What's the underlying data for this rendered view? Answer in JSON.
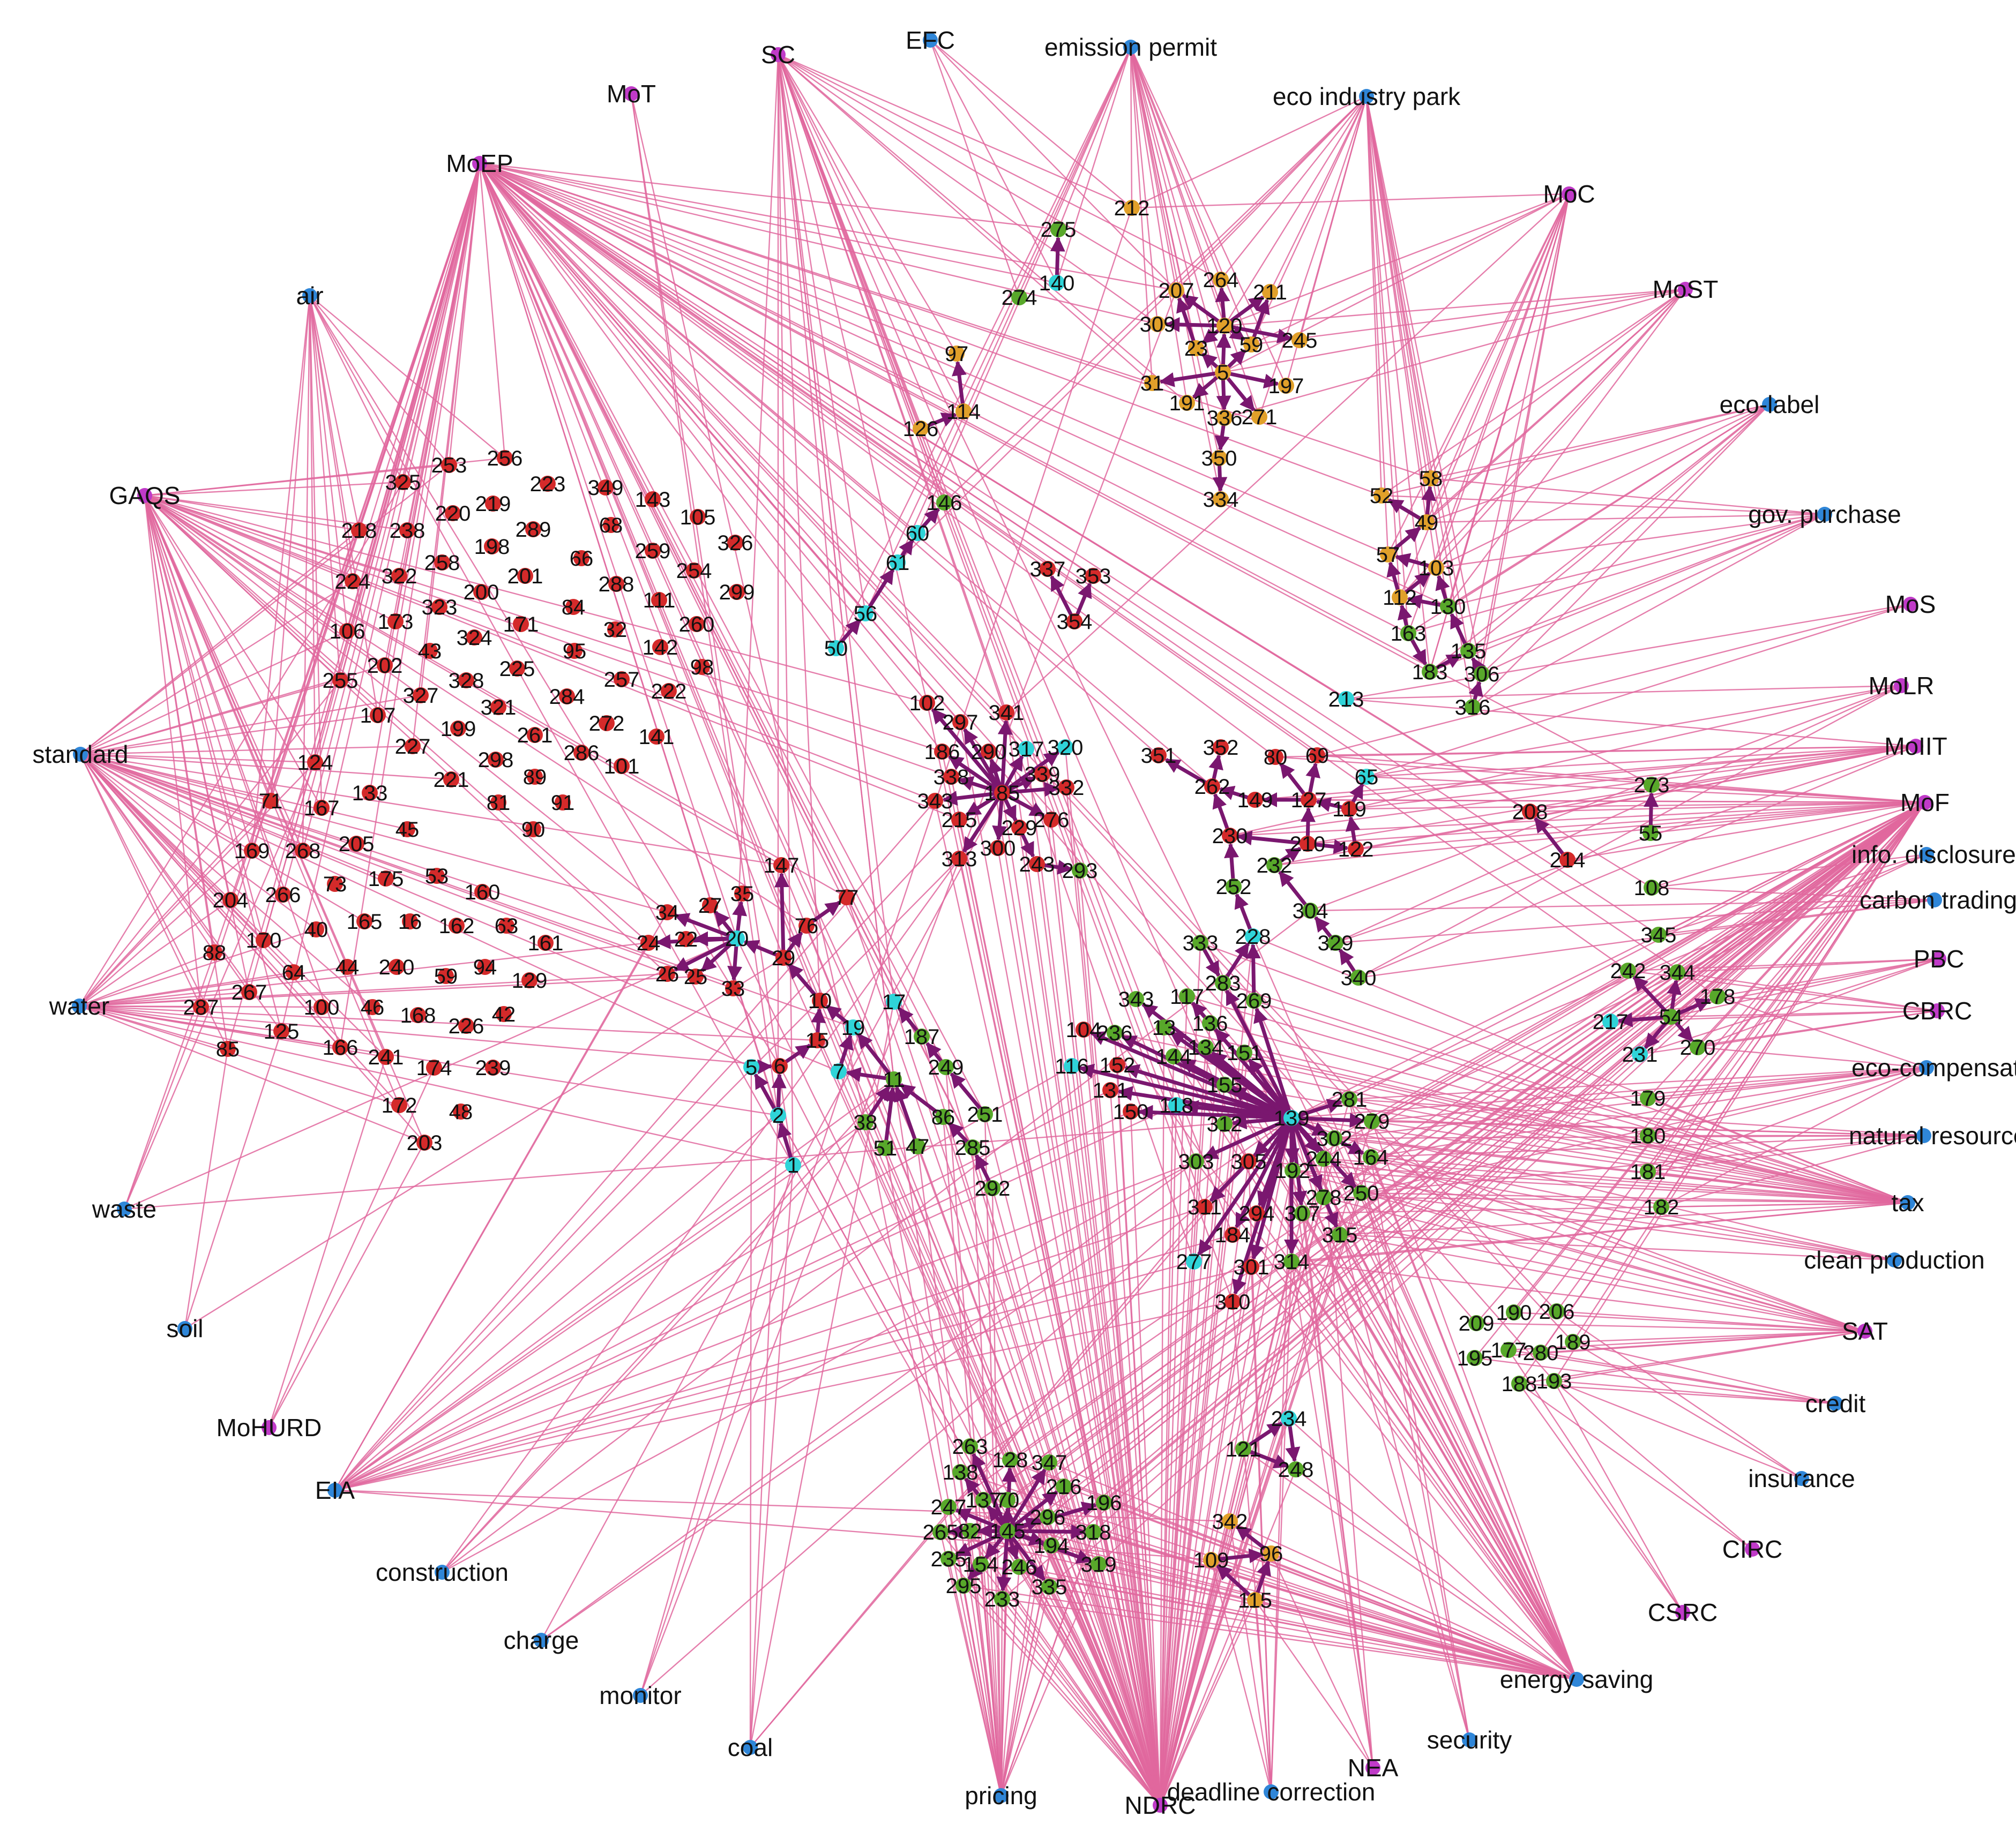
{
  "colors": {
    "background": "#ffffff",
    "agency_node": "#c03ac8",
    "topic_node": "#2f86d8",
    "policy_red": "#d42a2a",
    "policy_orange": "#e1a02a",
    "policy_green": "#58a82a",
    "policy_cyan": "#2fd4d8",
    "link_pink": "#e0679e",
    "link_purple": "#7a176f"
  },
  "named_nodes": [
    {
      "id": "SC",
      "type": "agency"
    },
    {
      "id": "EFC",
      "type": "topic"
    },
    {
      "id": "emission permit",
      "type": "topic"
    },
    {
      "id": "MoT",
      "type": "agency"
    },
    {
      "id": "eco industry park",
      "type": "topic"
    },
    {
      "id": "MoEP",
      "type": "agency"
    },
    {
      "id": "MoC",
      "type": "agency"
    },
    {
      "id": "MoST",
      "type": "agency"
    },
    {
      "id": "air",
      "type": "topic"
    },
    {
      "id": "eco-label",
      "type": "topic"
    },
    {
      "id": "GAQS",
      "type": "agency"
    },
    {
      "id": "gov. purchase",
      "type": "topic"
    },
    {
      "id": "MoS",
      "type": "agency"
    },
    {
      "id": "MoLR",
      "type": "agency"
    },
    {
      "id": "standard",
      "type": "topic"
    },
    {
      "id": "MoIIT",
      "type": "agency"
    },
    {
      "id": "MoF",
      "type": "agency"
    },
    {
      "id": "info. disclosure",
      "type": "topic"
    },
    {
      "id": "carbon trading",
      "type": "topic"
    },
    {
      "id": "PBC",
      "type": "agency"
    },
    {
      "id": "water",
      "type": "topic"
    },
    {
      "id": "CBRC",
      "type": "agency"
    },
    {
      "id": "eco-compensation",
      "type": "topic"
    },
    {
      "id": "natural resource",
      "type": "topic"
    },
    {
      "id": "waste",
      "type": "topic"
    },
    {
      "id": "tax",
      "type": "topic"
    },
    {
      "id": "clean production",
      "type": "topic"
    },
    {
      "id": "soil",
      "type": "topic"
    },
    {
      "id": "SAT",
      "type": "agency"
    },
    {
      "id": "credit",
      "type": "topic"
    },
    {
      "id": "MoHURD",
      "type": "agency"
    },
    {
      "id": "EIA",
      "type": "topic"
    },
    {
      "id": "insurance",
      "type": "topic"
    },
    {
      "id": "CIRC",
      "type": "agency"
    },
    {
      "id": "construction",
      "type": "topic"
    },
    {
      "id": "CSRC",
      "type": "agency"
    },
    {
      "id": "charge",
      "type": "topic"
    },
    {
      "id": "energy saving",
      "type": "topic"
    },
    {
      "id": "monitor",
      "type": "topic"
    },
    {
      "id": "security",
      "type": "topic"
    },
    {
      "id": "coal",
      "type": "topic"
    },
    {
      "id": "NEA",
      "type": "agency"
    },
    {
      "id": "deadline correction",
      "type": "topic"
    },
    {
      "id": "pricing",
      "type": "topic"
    },
    {
      "id": "NDRC",
      "type": "agency"
    }
  ],
  "policy_nodes": [
    {
      "id": "275",
      "c": "g"
    },
    {
      "id": "212",
      "c": "o"
    },
    {
      "id": "140",
      "c": "c"
    },
    {
      "id": "274",
      "c": "g"
    },
    {
      "id": "207",
      "c": "o"
    },
    {
      "id": "264",
      "c": "o"
    },
    {
      "id": "211",
      "c": "o"
    },
    {
      "id": "309",
      "c": "o"
    },
    {
      "id": "120",
      "c": "o"
    },
    {
      "id": "23",
      "c": "o"
    },
    {
      "id": "59",
      "c": "o"
    },
    {
      "id": "245",
      "c": "o"
    },
    {
      "id": "31",
      "c": "o"
    },
    {
      "id": "5",
      "c": "o"
    },
    {
      "id": "197",
      "c": "o"
    },
    {
      "id": "191",
      "c": "o"
    },
    {
      "id": "336",
      "c": "o"
    },
    {
      "id": "271",
      "c": "o"
    },
    {
      "id": "350",
      "c": "o"
    },
    {
      "id": "334",
      "c": "o"
    },
    {
      "id": "97",
      "c": "o"
    },
    {
      "id": "114",
      "c": "o"
    },
    {
      "id": "126",
      "c": "o"
    },
    {
      "id": "58",
      "c": "o"
    },
    {
      "id": "52",
      "c": "o"
    },
    {
      "id": "49",
      "c": "o"
    },
    {
      "id": "57",
      "c": "o"
    },
    {
      "id": "103",
      "c": "o"
    },
    {
      "id": "112",
      "c": "o"
    },
    {
      "id": "130",
      "c": "g"
    },
    {
      "id": "163",
      "c": "g"
    },
    {
      "id": "135",
      "c": "g"
    },
    {
      "id": "183",
      "c": "g"
    },
    {
      "id": "306",
      "c": "g"
    },
    {
      "id": "316",
      "c": "g"
    },
    {
      "id": "146",
      "c": "g"
    },
    {
      "id": "60",
      "c": "c"
    },
    {
      "id": "61",
      "c": "c"
    },
    {
      "id": "56",
      "c": "c"
    },
    {
      "id": "50",
      "c": "c"
    },
    {
      "id": "337",
      "c": "r"
    },
    {
      "id": "353",
      "c": "r"
    },
    {
      "id": "354",
      "c": "r"
    },
    {
      "id": "325",
      "c": "r"
    },
    {
      "id": "253",
      "c": "r"
    },
    {
      "id": "256",
      "c": "r"
    },
    {
      "id": "223",
      "c": "r"
    },
    {
      "id": "349",
      "c": "r"
    },
    {
      "id": "143",
      "c": "r"
    },
    {
      "id": "105",
      "c": "r"
    },
    {
      "id": "218",
      "c": "r"
    },
    {
      "id": "238",
      "c": "r"
    },
    {
      "id": "220",
      "c": "r"
    },
    {
      "id": "219",
      "c": "r"
    },
    {
      "id": "289",
      "c": "r"
    },
    {
      "id": "68",
      "c": "r"
    },
    {
      "id": "259",
      "c": "r"
    },
    {
      "id": "326",
      "c": "r"
    },
    {
      "id": "224",
      "c": "r"
    },
    {
      "id": "322",
      "c": "r"
    },
    {
      "id": "258",
      "c": "r"
    },
    {
      "id": "198",
      "c": "r"
    },
    {
      "id": "201",
      "c": "r"
    },
    {
      "id": "66",
      "c": "r"
    },
    {
      "id": "288",
      "c": "r"
    },
    {
      "id": "254",
      "c": "r"
    },
    {
      "id": "299",
      "c": "r"
    },
    {
      "id": "106",
      "c": "r"
    },
    {
      "id": "173",
      "c": "r"
    },
    {
      "id": "323",
      "c": "r"
    },
    {
      "id": "200",
      "c": "r"
    },
    {
      "id": "84",
      "c": "r"
    },
    {
      "id": "111",
      "c": "r"
    },
    {
      "id": "260",
      "c": "r"
    },
    {
      "id": "43",
      "c": "r"
    },
    {
      "id": "324",
      "c": "r"
    },
    {
      "id": "171",
      "c": "r"
    },
    {
      "id": "95",
      "c": "r"
    },
    {
      "id": "32",
      "c": "r"
    },
    {
      "id": "142",
      "c": "r"
    },
    {
      "id": "98",
      "c": "r"
    },
    {
      "id": "255",
      "c": "r"
    },
    {
      "id": "202",
      "c": "r"
    },
    {
      "id": "328",
      "c": "r"
    },
    {
      "id": "225",
      "c": "r"
    },
    {
      "id": "257",
      "c": "r"
    },
    {
      "id": "222",
      "c": "r"
    },
    {
      "id": "107",
      "c": "r"
    },
    {
      "id": "327",
      "c": "r"
    },
    {
      "id": "321",
      "c": "r"
    },
    {
      "id": "284",
      "c": "r"
    },
    {
      "id": "199",
      "c": "r"
    },
    {
      "id": "272",
      "c": "r"
    },
    {
      "id": "227",
      "c": "r"
    },
    {
      "id": "261",
      "c": "r"
    },
    {
      "id": "141",
      "c": "r"
    },
    {
      "id": "124",
      "c": "r"
    },
    {
      "id": "286",
      "c": "r"
    },
    {
      "id": "101",
      "c": "r"
    },
    {
      "id": "221",
      "c": "r"
    },
    {
      "id": "298",
      "c": "r"
    },
    {
      "id": "89",
      "c": "r"
    },
    {
      "id": "71",
      "c": "r"
    },
    {
      "id": "167",
      "c": "r"
    },
    {
      "id": "133",
      "c": "r"
    },
    {
      "id": "81",
      "c": "r"
    },
    {
      "id": "91",
      "c": "r"
    },
    {
      "id": "45",
      "c": "r"
    },
    {
      "id": "90",
      "c": "r"
    },
    {
      "id": "169",
      "c": "r"
    },
    {
      "id": "268",
      "c": "r"
    },
    {
      "id": "205",
      "c": "r"
    },
    {
      "id": "175",
      "c": "r"
    },
    {
      "id": "53",
      "c": "r"
    },
    {
      "id": "73",
      "c": "r"
    },
    {
      "id": "160",
      "c": "r"
    },
    {
      "id": "204",
      "c": "r"
    },
    {
      "id": "266",
      "c": "r"
    },
    {
      "id": "165",
      "c": "r"
    },
    {
      "id": "16",
      "c": "r"
    },
    {
      "id": "162",
      "c": "r"
    },
    {
      "id": "63",
      "c": "r"
    },
    {
      "id": "40",
      "c": "r"
    },
    {
      "id": "161",
      "c": "r"
    },
    {
      "id": "88",
      "c": "r"
    },
    {
      "id": "170",
      "c": "r"
    },
    {
      "id": "64",
      "c": "r"
    },
    {
      "id": "44",
      "c": "r"
    },
    {
      "id": "240",
      "c": "r"
    },
    {
      "id": "59b",
      "c": "r"
    },
    {
      "id": "94",
      "c": "r"
    },
    {
      "id": "129",
      "c": "r"
    },
    {
      "id": "287",
      "c": "r"
    },
    {
      "id": "267",
      "c": "r"
    },
    {
      "id": "100",
      "c": "r"
    },
    {
      "id": "46",
      "c": "r"
    },
    {
      "id": "168",
      "c": "r"
    },
    {
      "id": "226",
      "c": "r"
    },
    {
      "id": "42",
      "c": "r"
    },
    {
      "id": "125",
      "c": "r"
    },
    {
      "id": "85",
      "c": "r"
    },
    {
      "id": "166",
      "c": "r"
    },
    {
      "id": "241",
      "c": "r"
    },
    {
      "id": "174",
      "c": "r"
    },
    {
      "id": "239",
      "c": "r"
    },
    {
      "id": "172",
      "c": "r"
    },
    {
      "id": "48",
      "c": "r"
    },
    {
      "id": "203",
      "c": "r"
    },
    {
      "id": "147",
      "c": "r"
    },
    {
      "id": "77",
      "c": "r"
    },
    {
      "id": "34",
      "c": "r"
    },
    {
      "id": "27",
      "c": "r"
    },
    {
      "id": "35",
      "c": "r"
    },
    {
      "id": "76",
      "c": "r"
    },
    {
      "id": "24",
      "c": "r"
    },
    {
      "id": "22",
      "c": "r"
    },
    {
      "id": "20",
      "c": "c"
    },
    {
      "id": "29",
      "c": "r"
    },
    {
      "id": "26",
      "c": "r"
    },
    {
      "id": "25",
      "c": "r"
    },
    {
      "id": "33",
      "c": "r"
    },
    {
      "id": "10",
      "c": "r"
    },
    {
      "id": "17",
      "c": "c"
    },
    {
      "id": "187",
      "c": "g"
    },
    {
      "id": "19",
      "c": "c"
    },
    {
      "id": "15",
      "c": "r"
    },
    {
      "id": "6",
      "c": "r"
    },
    {
      "id": "5b",
      "c": "c"
    },
    {
      "id": "7",
      "c": "c"
    },
    {
      "id": "249",
      "c": "g"
    },
    {
      "id": "11",
      "c": "g"
    },
    {
      "id": "2",
      "c": "c"
    },
    {
      "id": "38",
      "c": "g"
    },
    {
      "id": "86",
      "c": "g"
    },
    {
      "id": "251",
      "c": "g"
    },
    {
      "id": "51",
      "c": "g"
    },
    {
      "id": "47",
      "c": "g"
    },
    {
      "id": "285",
      "c": "g"
    },
    {
      "id": "1",
      "c": "c"
    },
    {
      "id": "292",
      "c": "g"
    },
    {
      "id": "102",
      "c": "r"
    },
    {
      "id": "341",
      "c": "r"
    },
    {
      "id": "297",
      "c": "r"
    },
    {
      "id": "186",
      "c": "r"
    },
    {
      "id": "290",
      "c": "r"
    },
    {
      "id": "317",
      "c": "c"
    },
    {
      "id": "320",
      "c": "c"
    },
    {
      "id": "339",
      "c": "r"
    },
    {
      "id": "343",
      "c": "r"
    },
    {
      "id": "338",
      "c": "r"
    },
    {
      "id": "185",
      "c": "r"
    },
    {
      "id": "332",
      "c": "r"
    },
    {
      "id": "215",
      "c": "r"
    },
    {
      "id": "229",
      "c": "r"
    },
    {
      "id": "276",
      "c": "r"
    },
    {
      "id": "300",
      "c": "r"
    },
    {
      "id": "313",
      "c": "r"
    },
    {
      "id": "243",
      "c": "r"
    },
    {
      "id": "293",
      "c": "g"
    },
    {
      "id": "351",
      "c": "r"
    },
    {
      "id": "352",
      "c": "r"
    },
    {
      "id": "80",
      "c": "r"
    },
    {
      "id": "69",
      "c": "r"
    },
    {
      "id": "65",
      "c": "c"
    },
    {
      "id": "213",
      "c": "c"
    },
    {
      "id": "262",
      "c": "r"
    },
    {
      "id": "149",
      "c": "r"
    },
    {
      "id": "127",
      "c": "r"
    },
    {
      "id": "119",
      "c": "r"
    },
    {
      "id": "230",
      "c": "r"
    },
    {
      "id": "210",
      "c": "r"
    },
    {
      "id": "122",
      "c": "r"
    },
    {
      "id": "232",
      "c": "g"
    },
    {
      "id": "252",
      "c": "g"
    },
    {
      "id": "304",
      "c": "g"
    },
    {
      "id": "329",
      "c": "g"
    },
    {
      "id": "340",
      "c": "g"
    },
    {
      "id": "228",
      "c": "c"
    },
    {
      "id": "333",
      "c": "g"
    },
    {
      "id": "208",
      "c": "r"
    },
    {
      "id": "214",
      "c": "r"
    },
    {
      "id": "273",
      "c": "g"
    },
    {
      "id": "55",
      "c": "g"
    },
    {
      "id": "108",
      "c": "g"
    },
    {
      "id": "345",
      "c": "g"
    },
    {
      "id": "283",
      "c": "g"
    },
    {
      "id": "269",
      "c": "g"
    },
    {
      "id": "343b",
      "c": "g"
    },
    {
      "id": "117",
      "c": "g"
    },
    {
      "id": "236",
      "c": "g"
    },
    {
      "id": "13",
      "c": "g"
    },
    {
      "id": "136",
      "c": "g"
    },
    {
      "id": "104",
      "c": "r"
    },
    {
      "id": "144",
      "c": "g"
    },
    {
      "id": "134",
      "c": "g"
    },
    {
      "id": "151",
      "c": "g"
    },
    {
      "id": "116",
      "c": "c"
    },
    {
      "id": "152",
      "c": "r"
    },
    {
      "id": "131",
      "c": "r"
    },
    {
      "id": "155",
      "c": "g"
    },
    {
      "id": "150",
      "c": "r"
    },
    {
      "id": "118",
      "c": "c"
    },
    {
      "id": "312",
      "c": "g"
    },
    {
      "id": "139",
      "c": "c"
    },
    {
      "id": "281",
      "c": "g"
    },
    {
      "id": "302",
      "c": "g"
    },
    {
      "id": "279",
      "c": "g"
    },
    {
      "id": "303",
      "c": "g"
    },
    {
      "id": "305",
      "c": "r"
    },
    {
      "id": "192",
      "c": "g"
    },
    {
      "id": "244",
      "c": "g"
    },
    {
      "id": "164",
      "c": "g"
    },
    {
      "id": "250",
      "c": "g"
    },
    {
      "id": "278",
      "c": "g"
    },
    {
      "id": "311",
      "c": "r"
    },
    {
      "id": "294",
      "c": "r"
    },
    {
      "id": "307",
      "c": "g"
    },
    {
      "id": "315",
      "c": "g"
    },
    {
      "id": "184",
      "c": "r"
    },
    {
      "id": "277",
      "c": "c"
    },
    {
      "id": "301",
      "c": "r"
    },
    {
      "id": "314",
      "c": "g"
    },
    {
      "id": "310",
      "c": "r"
    },
    {
      "id": "242",
      "c": "g"
    },
    {
      "id": "344",
      "c": "g"
    },
    {
      "id": "178",
      "c": "g"
    },
    {
      "id": "217",
      "c": "c"
    },
    {
      "id": "54",
      "c": "g"
    },
    {
      "id": "231",
      "c": "c"
    },
    {
      "id": "270",
      "c": "g"
    },
    {
      "id": "179",
      "c": "g"
    },
    {
      "id": "180",
      "c": "g"
    },
    {
      "id": "181",
      "c": "g"
    },
    {
      "id": "182",
      "c": "g"
    },
    {
      "id": "209",
      "c": "g"
    },
    {
      "id": "190",
      "c": "g"
    },
    {
      "id": "206",
      "c": "g"
    },
    {
      "id": "195",
      "c": "g"
    },
    {
      "id": "177",
      "c": "g"
    },
    {
      "id": "280",
      "c": "g"
    },
    {
      "id": "189",
      "c": "g"
    },
    {
      "id": "188",
      "c": "g"
    },
    {
      "id": "193",
      "c": "g"
    },
    {
      "id": "234",
      "c": "c"
    },
    {
      "id": "121",
      "c": "g"
    },
    {
      "id": "248",
      "c": "g"
    },
    {
      "id": "342",
      "c": "o"
    },
    {
      "id": "109",
      "c": "o"
    },
    {
      "id": "96",
      "c": "o"
    },
    {
      "id": "115",
      "c": "o"
    },
    {
      "id": "263",
      "c": "g"
    },
    {
      "id": "128",
      "c": "g"
    },
    {
      "id": "347",
      "c": "g"
    },
    {
      "id": "138",
      "c": "g"
    },
    {
      "id": "216",
      "c": "g"
    },
    {
      "id": "196",
      "c": "g"
    },
    {
      "id": "247",
      "c": "g"
    },
    {
      "id": "137",
      "c": "g"
    },
    {
      "id": "70",
      "c": "g"
    },
    {
      "id": "296",
      "c": "g"
    },
    {
      "id": "265",
      "c": "g"
    },
    {
      "id": "82",
      "c": "g"
    },
    {
      "id": "145",
      "c": "g"
    },
    {
      "id": "318",
      "c": "g"
    },
    {
      "id": "194",
      "c": "g"
    },
    {
      "id": "235",
      "c": "g"
    },
    {
      "id": "154",
      "c": "g"
    },
    {
      "id": "246",
      "c": "g"
    },
    {
      "id": "319",
      "c": "g"
    },
    {
      "id": "295",
      "c": "g"
    },
    {
      "id": "233",
      "c": "g"
    },
    {
      "id": "335",
      "c": "g"
    }
  ]
}
